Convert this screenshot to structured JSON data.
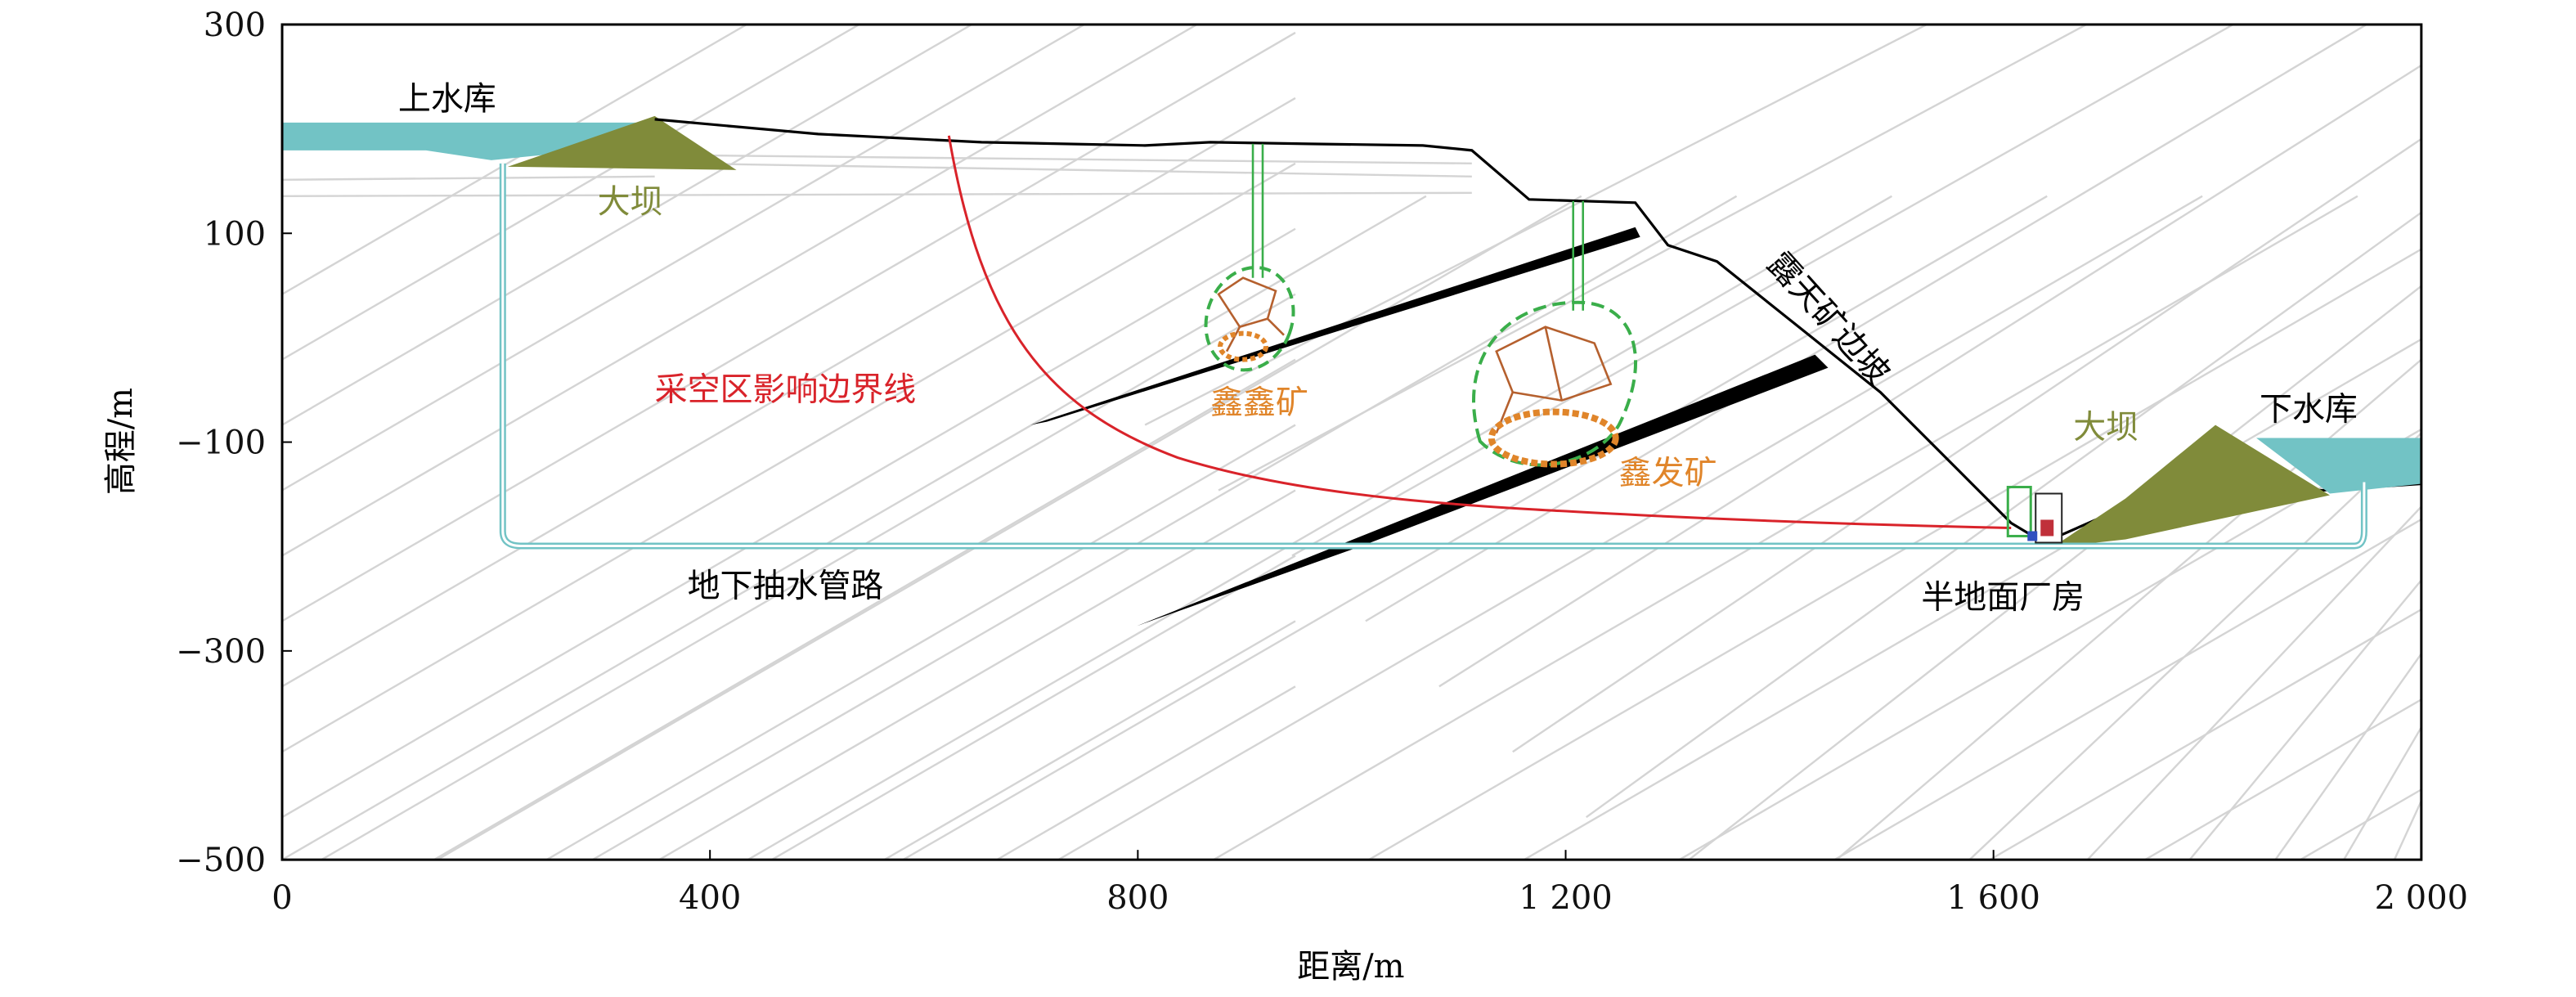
{
  "axes": {
    "xlabel": "距离/m",
    "ylabel": "高程/m",
    "xticks": [
      "0",
      "400",
      "800",
      "1 200",
      "1 600",
      "2 000"
    ],
    "yticks": [
      "300",
      "100",
      "−100",
      "−300",
      "−500"
    ]
  },
  "labels": {
    "upper_reservoir": "上水库",
    "upper_dam": "大坝",
    "lower_reservoir": "下水库",
    "lower_dam": "大坝",
    "goaf_boundary": "采空区影响边界线",
    "xinxin_mine": "鑫鑫矿",
    "xinfa_mine": "鑫发矿",
    "open_pit_slope": "露天矿边坡",
    "pipeline": "地下抽水管路",
    "powerhouse": "半地面厂房"
  },
  "colors": {
    "water": "#72c3c5",
    "dam": "#808b3a",
    "boundary": "#d9232a",
    "ore_label": "#e0852a",
    "shaft": "#3aae4a",
    "strata": "#d4d4d4"
  }
}
